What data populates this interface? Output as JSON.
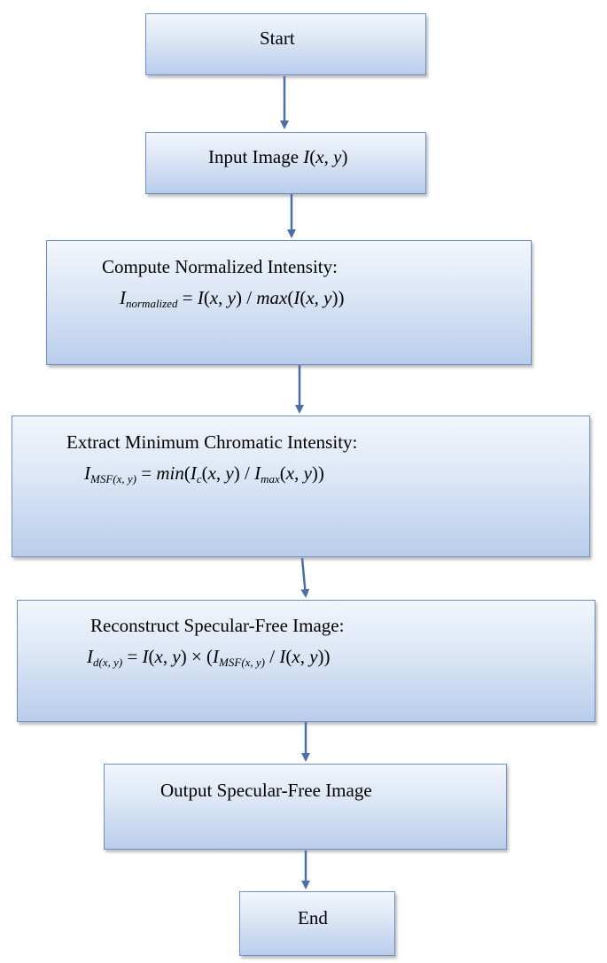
{
  "flowchart": {
    "start": {
      "label": "Start"
    },
    "input": {
      "label": "Input Image "
    },
    "normalize": {
      "title": "Compute Normalized Intensity:"
    },
    "extract": {
      "title": "Extract Minimum Chromatic Intensity:"
    },
    "reconstruct": {
      "title": "Reconstruct Specular-Free Image:"
    },
    "output": {
      "label": "Output Specular-Free Image"
    },
    "end": {
      "label": "End"
    }
  },
  "colors": {
    "box_border": "#6f8fbf",
    "box_fill_top": "#f2f6fc",
    "box_fill_bottom": "#b9cdec",
    "arrow": "#4a6fa5"
  }
}
